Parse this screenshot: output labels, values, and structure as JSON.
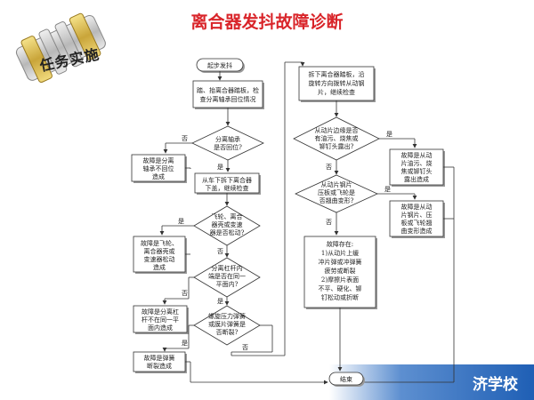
{
  "title": "离合器发抖故障诊断",
  "badge": {
    "text": "任务实施",
    "icon": "gear-coupling-icon"
  },
  "footer": {
    "text": "济学校",
    "color": "#1f5fb5"
  },
  "flowchart": {
    "start": "起步发抖",
    "step1": [
      "踏、抬离合器踏板，检",
      "查分离轴承回位情况"
    ],
    "d1": [
      "分离轴承",
      "是否回位?"
    ],
    "r1": [
      "故障是分离",
      "轴承不回位",
      "造成"
    ],
    "step2": [
      "从车下拆下离合器",
      "下盖，继续检查"
    ],
    "d2": [
      "飞轮、离合",
      "器壳或变速",
      "器是否松动?"
    ],
    "r2": [
      "故障是飞轮、",
      "离合器壳或",
      "变速器松动",
      "造成"
    ],
    "d3": [
      "分离杠杆内",
      "端是否在同一",
      "平面内?"
    ],
    "r3": [
      "故障是分离杠",
      "杆不在同一平",
      "面内造成"
    ],
    "d4": [
      "螺旋压力弹簧",
      "或膜片弹簧是",
      "否断裂?"
    ],
    "r4": [
      "故障是弹簧",
      "断裂造成"
    ],
    "step3": [
      "拆下离合器踏板，沿",
      "旋转方向拨转从动钢",
      "片，继续检查"
    ],
    "d5": [
      "从动片边缘是否",
      "有油污、烧焦或",
      "铆钉头露出?"
    ],
    "r5": [
      "故障是从动",
      "片油污、烧",
      "焦或铆钉头",
      "露出造成"
    ],
    "d6": [
      "从动片钢片",
      "压板或飞轮是",
      "否翘曲变形?"
    ],
    "r6": [
      "故障是从动",
      "片钢片、压",
      "板或飞轮翘",
      "曲变形造成"
    ],
    "r7": [
      "故障存在:",
      "1)从动片上缓",
      "冲片弹或冲弹簧",
      "疲劳或断裂",
      "2)摩擦片表面",
      "不平、硬化、铆",
      "钉松动或折断"
    ],
    "end": "结束",
    "yes": "是",
    "no": "否"
  }
}
